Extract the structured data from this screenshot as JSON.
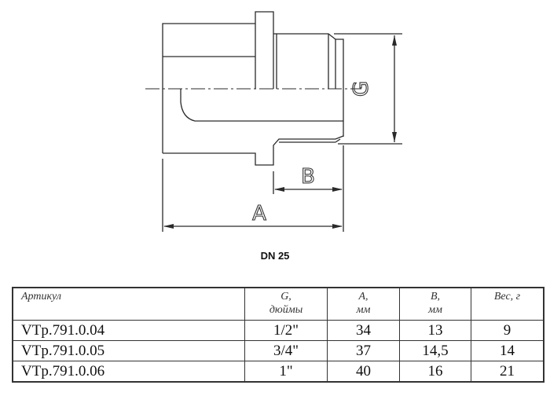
{
  "drawing": {
    "title": "Fitting dimensional drawing",
    "dimension_labels": {
      "a": "A",
      "b": "B",
      "g": "G"
    }
  },
  "caption": "DN 25",
  "table": {
    "headers": [
      {
        "line1": "Артикул",
        "line2": ""
      },
      {
        "line1": "G,",
        "line2": "дюймы"
      },
      {
        "line1": "A,",
        "line2": "мм"
      },
      {
        "line1": "B,",
        "line2": "мм"
      },
      {
        "line1": "Вес, г",
        "line2": ""
      }
    ],
    "rows": [
      {
        "article": "VTp.791.0.04",
        "g": "1/2\"",
        "a": "34",
        "b": "13",
        "weight": "9"
      },
      {
        "article": "VTp.791.0.05",
        "g": "3/4\"",
        "a": "37",
        "b": "14,5",
        "weight": "14"
      },
      {
        "article": "VTp.791.0.06",
        "g": "1\"",
        "a": "40",
        "b": "16",
        "weight": "21"
      }
    ]
  }
}
